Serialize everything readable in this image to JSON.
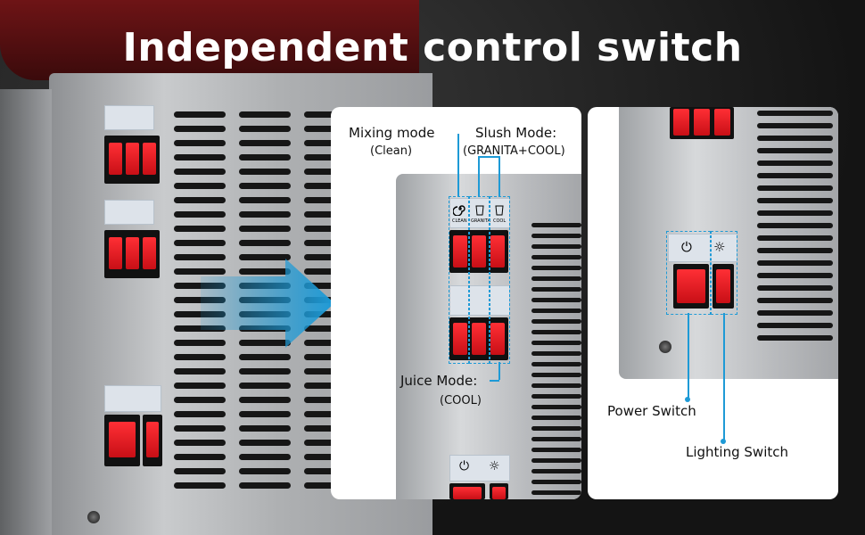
{
  "title": "Independent control switch",
  "labels": {
    "mixing_mode": "Mixing mode",
    "mixing_sub": "(Clean)",
    "slush_mode": "Slush Mode:",
    "slush_sub": "(GRANITA+COOL)",
    "juice_mode": "Juice Mode:",
    "juice_sub": "(COOL)",
    "power_switch": "Power Switch",
    "lighting_switch": "Lighting Switch"
  },
  "icon_texts": {
    "clean": "CLEAN",
    "granita": "GRANITA",
    "cool": "COOL"
  },
  "colors": {
    "accent": "#1e9ad6",
    "switch_red": "#e81c24"
  }
}
